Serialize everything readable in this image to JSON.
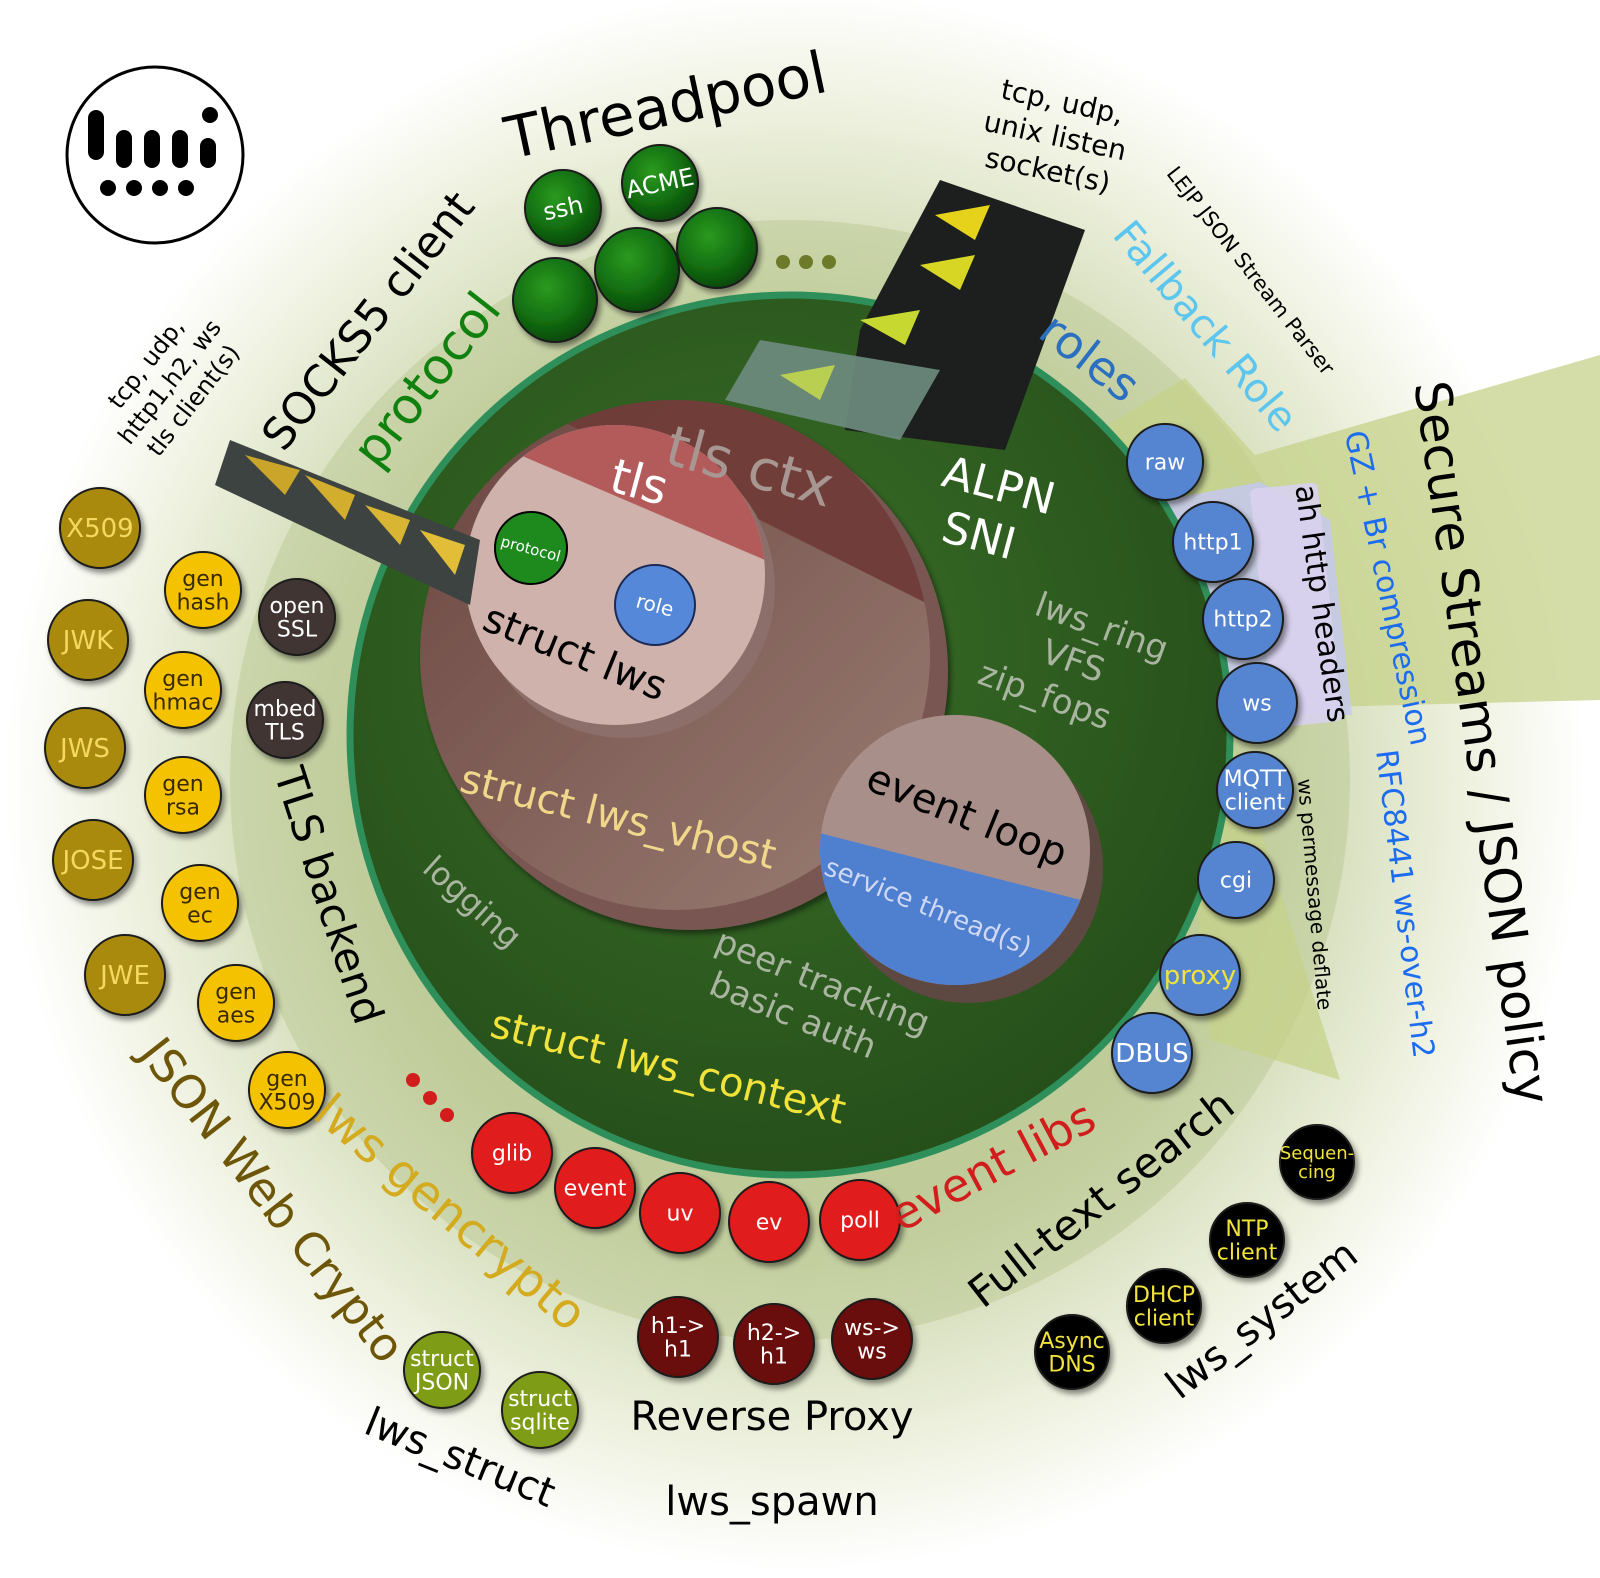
{
  "logo": {
    "text": "lws"
  },
  "labels": {
    "threadpool": "Threadpool",
    "listen_sockets": [
      "tcp, udp,",
      "unix listen",
      "socket(s)"
    ],
    "client_sockets": [
      "tcp, udp,",
      "http1,h2, ws",
      "tls client(s)"
    ],
    "socks5": "SOCKS5 client",
    "protocol": "protocol",
    "lejp": "LEJP JSON Stream Parser",
    "fallback_role": "Fallback Role",
    "roles": "roles",
    "secure_streams": "Secure Streams / JSON policy",
    "gz_br": "GZ + Br compression",
    "ah_headers": "ah http headers",
    "rfc8441": "RFC8441 ws-over-h2",
    "permessage": "ws permessage deflate",
    "tls_backend": "TLS backend",
    "jwc": "JSON Web Crypto",
    "gencrypto": "lws gencrypto",
    "event_libs": "event libs",
    "full_text": "Full-text search",
    "lws_system": "lws_system",
    "reverse_proxy": "Reverse Proxy",
    "lws_spawn": "lws_spawn",
    "lws_struct": "lws_struct",
    "tls_ctx": "tls ctx",
    "tls": "tls",
    "struct_lws": "struct lws",
    "struct_vhost": "struct lws_vhost",
    "struct_context": "struct lws_context",
    "alpn": "ALPN",
    "sni": "SNI",
    "lws_ring": [
      "lws_ring",
      "VFS",
      "zip_fops"
    ],
    "logging": "logging",
    "peer": [
      "peer tracking",
      "basic auth"
    ],
    "event_loop": "event loop",
    "service_thread": "service thread(s)",
    "inner_protocol": "protocol",
    "inner_role": "role",
    "ellipsis": "..."
  },
  "threadpool_items": [
    "ssh",
    "ACME",
    "",
    "",
    "",
    ""
  ],
  "roles_items": [
    "raw",
    "http1",
    "http2",
    "ws",
    "MQTT client",
    "cgi",
    "proxy",
    "DBUS"
  ],
  "jose_items": [
    "X509",
    "JWK",
    "JWS",
    "JOSE",
    "JWE"
  ],
  "gencrypto_items": [
    "gen hash",
    "gen hmac",
    "gen rsa",
    "gen ec",
    "gen aes",
    "gen X509"
  ],
  "tls_items": [
    "open SSL",
    "mbed TLS"
  ],
  "event_items": [
    "glib",
    "event",
    "uv",
    "ev",
    "poll"
  ],
  "proxy_items": [
    "h1-> h1",
    "h2-> h1",
    "ws-> ws"
  ],
  "system_items": [
    "Async DNS",
    "DHCP client",
    "NTP client",
    "Sequen- cing"
  ],
  "struct_items": [
    "struct JSON",
    "struct sqlite"
  ],
  "colors": {
    "context_green": "#2e5f22",
    "threadpool_green": "#1e7a12",
    "role_blue": "#5585d0",
    "jose_gold": "#a98a0c",
    "gen_yellow": "#f5c200",
    "tls_brown": "#3f3530",
    "event_red": "#e01a1a",
    "proxy_darkred": "#6b0c0c",
    "system_black": "#000000",
    "struct_olive": "#7f9c18",
    "label_yellow": "#f1e33a"
  }
}
